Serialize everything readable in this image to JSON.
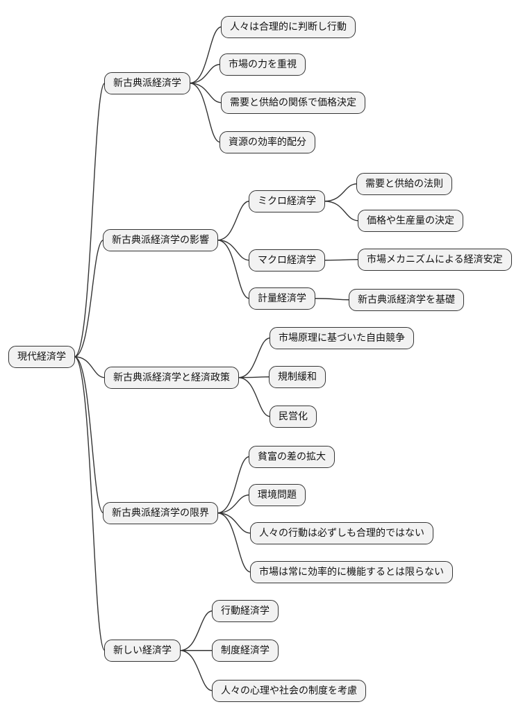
{
  "diagram": {
    "type": "mindmap",
    "root": {
      "label": "現代経済学"
    },
    "branches": [
      {
        "label": "新古典派経済学",
        "children": [
          {
            "label": "人々は合理的に判断し行動"
          },
          {
            "label": "市場の力を重視"
          },
          {
            "label": "需要と供給の関係で価格決定"
          },
          {
            "label": "資源の効率的配分"
          }
        ]
      },
      {
        "label": "新古典派経済学の影響",
        "children": [
          {
            "label": "ミクロ経済学",
            "children": [
              {
                "label": "需要と供給の法則"
              },
              {
                "label": "価格や生産量の決定"
              }
            ]
          },
          {
            "label": "マクロ経済学",
            "children": [
              {
                "label": "市場メカニズムによる経済安定"
              }
            ]
          },
          {
            "label": "計量経済学",
            "children": [
              {
                "label": "新古典派経済学を基礎"
              }
            ]
          }
        ]
      },
      {
        "label": "新古典派経済学と経済政策",
        "children": [
          {
            "label": "市場原理に基づいた自由競争"
          },
          {
            "label": "規制緩和"
          },
          {
            "label": "民営化"
          }
        ]
      },
      {
        "label": "新古典派経済学の限界",
        "children": [
          {
            "label": "貧富の差の拡大"
          },
          {
            "label": "環境問題"
          },
          {
            "label": "人々の行動は必ずしも合理的ではない"
          },
          {
            "label": "市場は常に効率的に機能するとは限らない"
          }
        ]
      },
      {
        "label": "新しい経済学",
        "children": [
          {
            "label": "行動経済学"
          },
          {
            "label": "制度経済学"
          },
          {
            "label": "人々の心理や社会の制度を考慮"
          }
        ]
      }
    ]
  },
  "colors": {
    "background": "#ffffff",
    "node_fill": "#f2f2f2",
    "node_border": "#333333",
    "edge": "#333333",
    "text": "#111111"
  }
}
